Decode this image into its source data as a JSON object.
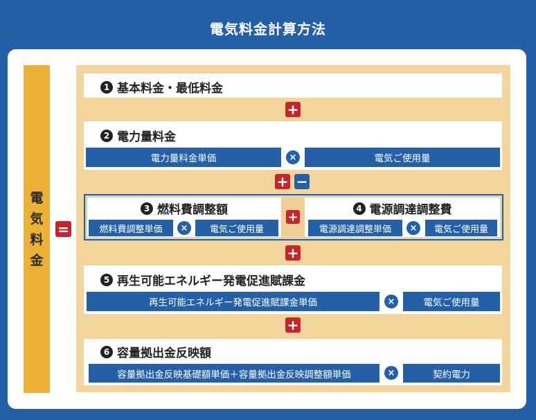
{
  "header": {
    "title": "電気料金計算方法"
  },
  "total": {
    "label_chars": [
      "電",
      "気",
      "料",
      "金"
    ],
    "equals_icon": "="
  },
  "operators": {
    "plus": "+",
    "minus": "−",
    "times": "×"
  },
  "colors": {
    "background": "#2360a8",
    "total_bar": "#ecb136",
    "frame": "#f3d49a",
    "plus": "#c4262e",
    "minus": "#2360a8",
    "formula_bar": "#2360a8"
  },
  "items": [
    {
      "number": "1",
      "title": "基本料金・最低料金"
    },
    {
      "number": "2",
      "title": "電力量料金",
      "factors": [
        "電力量料金単価",
        "電気ご使用量"
      ]
    },
    {
      "number": "3",
      "title": "燃料費調整額",
      "factors": [
        "燃料費調整単価",
        "電気ご使用量"
      ]
    },
    {
      "number": "4",
      "title": "電源調達調整費",
      "factors": [
        "電源調達調整単価",
        "電気ご使用量"
      ]
    },
    {
      "number": "5",
      "title": "再生可能エネルギー発電促進賦課金",
      "factors": [
        "再生可能エネルギー発電促進賦課金単価",
        "電気ご使用量"
      ]
    },
    {
      "number": "6",
      "title": "容量拠出金反映額",
      "factors": [
        "容量拠出金反映基礎額単価＋容量拠出金反映調整額単価",
        "契約電力"
      ]
    }
  ]
}
